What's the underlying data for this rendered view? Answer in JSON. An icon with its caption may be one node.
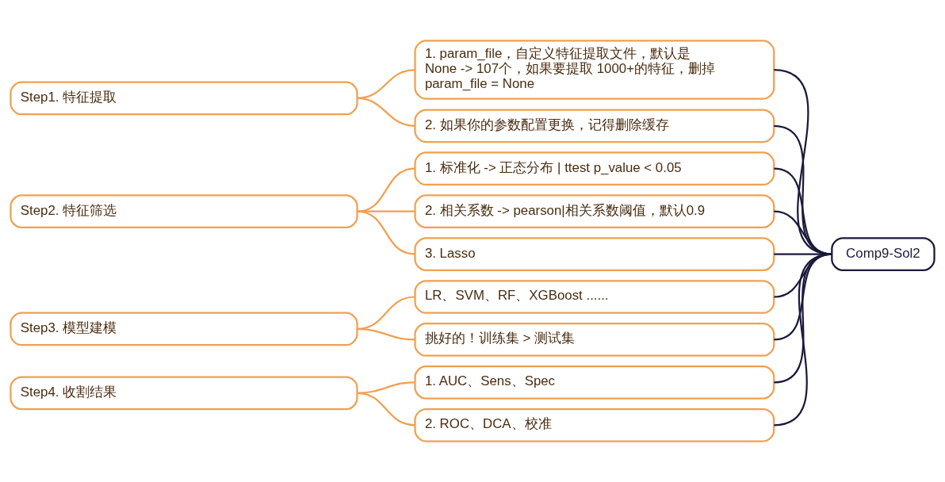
{
  "diagram": {
    "nodes": [
      {
        "text": [
          "Step1. 特征提取"
        ]
      },
      {
        "text": [
          "1. param_file，自定义特征提取文件，默认是None -> 107个，如果要提取 1000+的特征，删掉param_file = None"
        ]
      },
      {
        "text": [
          "2. 如果你的参数配置更换，记得删除缓存"
        ]
      },
      {
        "text": [
          "Step2. 特征筛选"
        ]
      },
      {
        "text": [
          "1. 标准化 -> 正态分布 | ttest p_value < 0.05"
        ]
      },
      {
        "text": [
          "2. 相关系数 -> pearson|相关系数阈值，默认0.9"
        ]
      },
      {
        "text": [
          "3. Lasso"
        ]
      },
      {
        "text": [
          "Step3. 模型建模"
        ]
      },
      {
        "text": [
          "LR、SVM、RF、XGBoost ......"
        ]
      },
      {
        "text": [
          "挑好的！训练集 > 测试集"
        ]
      },
      {
        "text": [
          "Step4. 收割结果"
        ]
      },
      {
        "text": [
          "1. AUC、Sens、Spec"
        ]
      },
      {
        "text": [
          "2. ROC、DCA、校准"
        ]
      },
      {
        "text": [
          "Comp9-Sol2"
        ]
      }
    ],
    "edges": [
      {
        "from": 0,
        "to": 1,
        "arrow": "none",
        "color": "#f0a050"
      },
      {
        "from": 0,
        "to": 2,
        "arrow": "none",
        "color": "#f0a050"
      },
      {
        "from": 3,
        "to": 4,
        "arrow": "none",
        "color": "#f0a050"
      },
      {
        "from": 3,
        "to": 5,
        "arrow": "none",
        "color": "#f0a050"
      },
      {
        "from": 3,
        "to": 6,
        "arrow": "none",
        "color": "#f0a050"
      },
      {
        "from": 7,
        "to": 8,
        "arrow": "none",
        "color": "#f0a050"
      },
      {
        "from": 7,
        "to": 9,
        "arrow": "none",
        "color": "#f0a050"
      },
      {
        "from": 10,
        "to": 11,
        "arrow": "none",
        "color": "#f0a050"
      },
      {
        "from": 10,
        "to": 12,
        "arrow": "none",
        "color": "#f0a050"
      },
      {
        "from": 1,
        "to": 13,
        "arrow": "none",
        "color": "#1a1a3a"
      },
      {
        "from": 2,
        "to": 13,
        "arrow": "none",
        "color": "#1a1a3a"
      },
      {
        "from": 4,
        "to": 13,
        "arrow": "none",
        "color": "#1a1a3a"
      },
      {
        "from": 5,
        "to": 13,
        "arrow": "none",
        "color": "#1a1a3a"
      },
      {
        "from": 6,
        "to": 13,
        "arrow": "none",
        "color": "#1a1a3a"
      },
      {
        "from": 8,
        "to": 13,
        "arrow": "none",
        "color": "#1a1a3a"
      },
      {
        "from": 9,
        "to": 13,
        "arrow": "none",
        "color": "#1a1a3a"
      },
      {
        "from": 11,
        "to": 13,
        "arrow": "none",
        "color": "#1a1a3a"
      },
      {
        "from": 12,
        "to": 13,
        "arrow": "none",
        "color": "#1a1a3a"
      }
    ]
  }
}
